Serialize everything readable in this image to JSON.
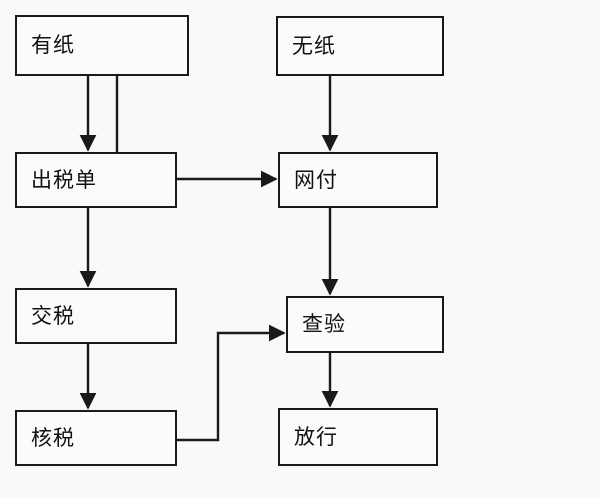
{
  "diagram": {
    "type": "flowchart",
    "orientation": "top-to-bottom",
    "lane_left_title": "有纸",
    "lane_right_title": "无纸",
    "colors": {
      "background": "#f9f9fb",
      "node_fill": "#fbfbfd",
      "stroke": "#1a1a1a",
      "text": "#111111"
    },
    "nodes": [
      {
        "id": "youzhi",
        "label": "有纸"
      },
      {
        "id": "wuzhi",
        "label": "无纸"
      },
      {
        "id": "chushui",
        "label": "出税单"
      },
      {
        "id": "wangfu",
        "label": "网付"
      },
      {
        "id": "jiaoshui",
        "label": "交税"
      },
      {
        "id": "chayan",
        "label": "查验"
      },
      {
        "id": "heshui",
        "label": "核税"
      },
      {
        "id": "fangxing",
        "label": "放行"
      }
    ],
    "edges": [
      {
        "id": "youzhi-to-chushui",
        "from": "youzhi",
        "to": "chushui",
        "shape": "straight-down"
      },
      {
        "id": "youzhi-to-wangfu",
        "from": "youzhi",
        "to": "wangfu",
        "shape": "down-then-right"
      },
      {
        "id": "wuzhi-to-wangfu",
        "from": "wuzhi",
        "to": "wangfu",
        "shape": "straight-down"
      },
      {
        "id": "chushui-to-jiaoshui",
        "from": "chushui",
        "to": "jiaoshui",
        "shape": "straight-down"
      },
      {
        "id": "wangfu-to-chayan",
        "from": "wangfu",
        "to": "chayan",
        "shape": "straight-down"
      },
      {
        "id": "jiaoshui-to-heshui",
        "from": "jiaoshui",
        "to": "heshui",
        "shape": "straight-down"
      },
      {
        "id": "heshui-to-chayan",
        "from": "heshui",
        "to": "chayan",
        "shape": "right-up-right"
      },
      {
        "id": "chayan-to-fangxing",
        "from": "chayan",
        "to": "fangxing",
        "shape": "straight-down"
      }
    ]
  }
}
